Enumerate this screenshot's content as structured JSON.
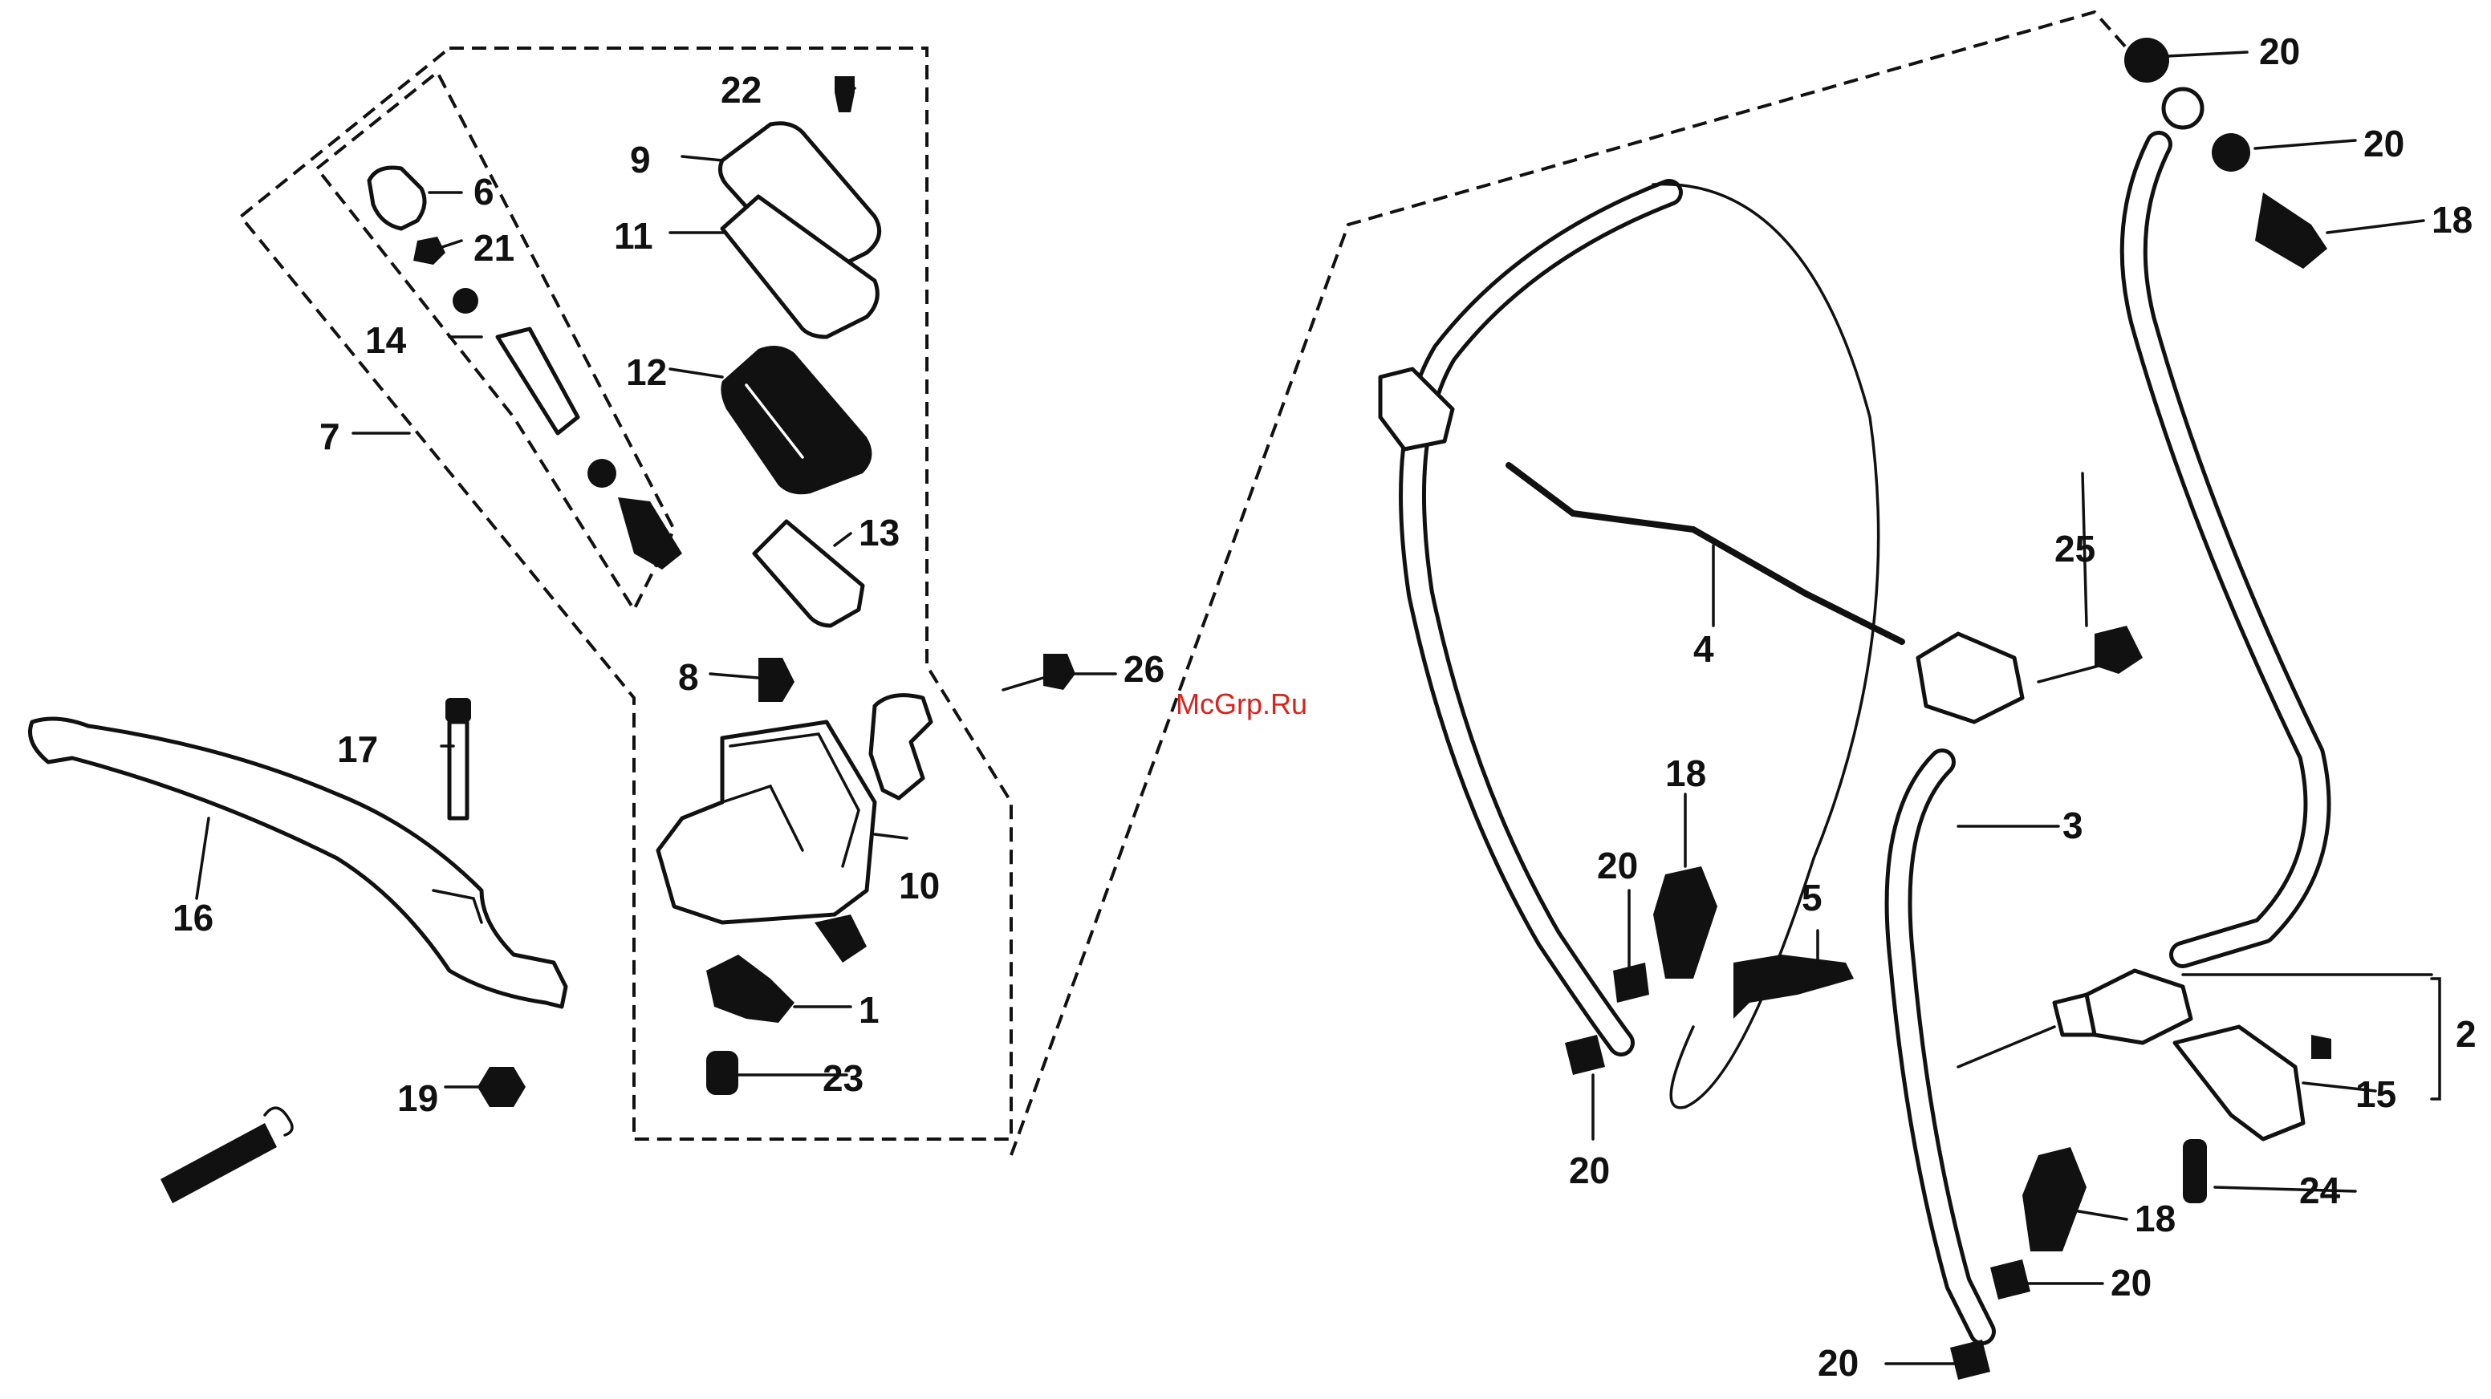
{
  "watermark": "McGrp.Ru",
  "labels": {
    "l1": "1",
    "l2": "2",
    "l3": "3",
    "l4": "4",
    "l5": "5",
    "l6": "6",
    "l7": "7",
    "l8": "8",
    "l9": "9",
    "l10": "10",
    "l11": "11",
    "l12": "12",
    "l13": "13",
    "l14": "14",
    "l15": "15",
    "l16": "16",
    "l17": "17",
    "l18a": "18",
    "l18b": "18",
    "l18c": "18",
    "l19": "19",
    "l20a": "20",
    "l20b": "20",
    "l20c": "20",
    "l20d": "20",
    "l20e": "20",
    "l20f": "20",
    "l21": "21",
    "l22": "22",
    "l23": "23",
    "l24": "24",
    "l25": "25",
    "l26": "26"
  }
}
